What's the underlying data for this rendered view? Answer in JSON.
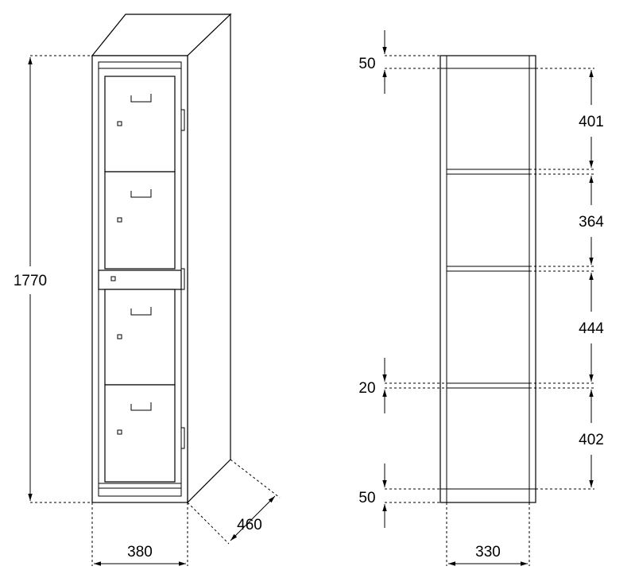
{
  "dimensions": {
    "height": "1770",
    "width": "380",
    "depth": "460",
    "inner_width": "330",
    "top_plate": "50",
    "bottom_plate": "50",
    "divider": "20",
    "compartment_1": "401",
    "compartment_2": "364",
    "compartment_3": "444",
    "compartment_4": "402"
  },
  "colors": {
    "line": "#000000",
    "background": "#ffffff"
  }
}
